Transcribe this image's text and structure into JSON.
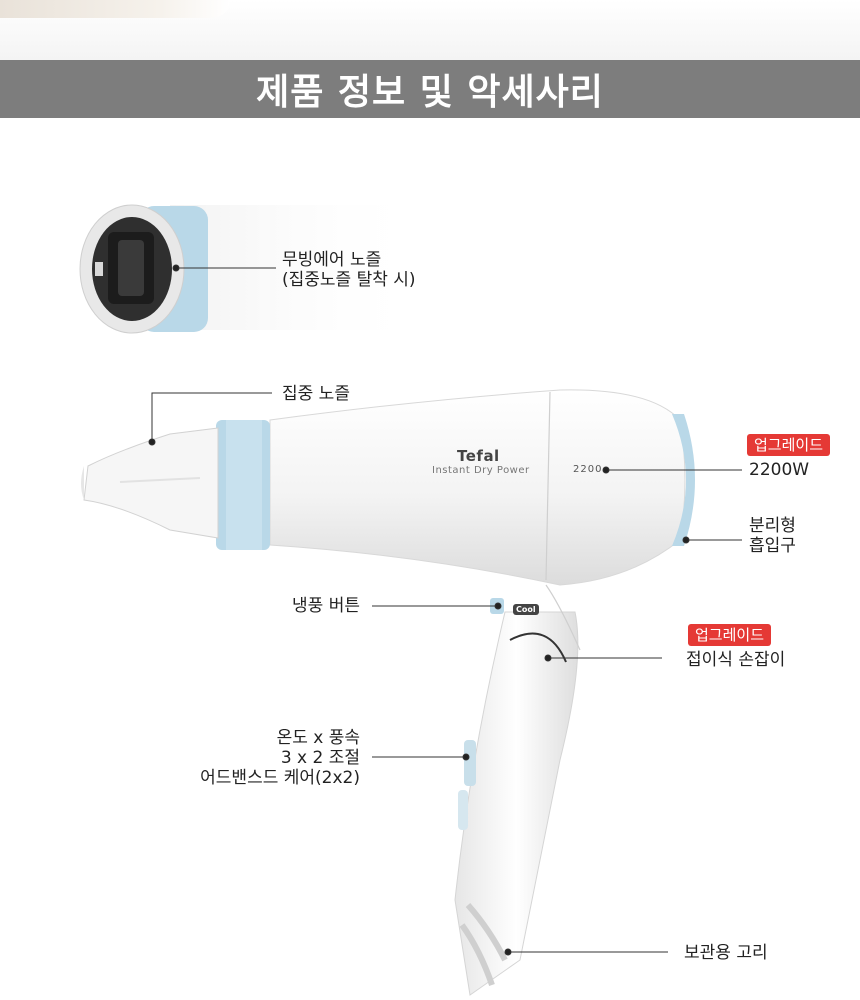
{
  "header": {
    "title": "제품 정보 및 악세사리"
  },
  "product": {
    "brand": "Tefal",
    "model_line": "Instant Dry Power",
    "power_mark": "2200",
    "cool_button_text": "Cool",
    "accent_color": "#b9d8e8",
    "badge_color": "#e53935"
  },
  "callouts": {
    "moving_air_nozzle": {
      "line1": "무빙에어 노즐",
      "line2": "(집중노즐 탈착 시)"
    },
    "concentrator": {
      "text": "집중 노즐"
    },
    "power": {
      "badge": "업그레이드",
      "text": "2200W"
    },
    "intake": {
      "line1": "분리형",
      "line2": "흡입구"
    },
    "cool_button": {
      "text": "냉풍 버튼"
    },
    "handle": {
      "badge": "업그레이드",
      "text": "접이식 손잡이"
    },
    "settings": {
      "line1": "온도 x 풍속",
      "line2": "3 x 2 조절",
      "line3": "어드밴스드 케어(2x2)"
    },
    "hanging_loop": {
      "text": "보관용 고리"
    }
  }
}
